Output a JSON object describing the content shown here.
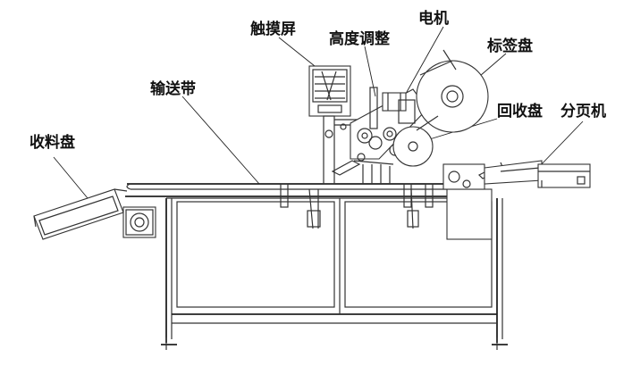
{
  "labels": {
    "touch_screen": "触摸屏",
    "height_adjust": "高度调整",
    "motor": "电机",
    "label_reel": "标签盘",
    "conveyor_belt": "输送带",
    "rewind_reel": "回收盘",
    "paging_machine": "分页机",
    "collection_tray": "收料盘"
  },
  "colors": {
    "line": "#333333",
    "text": "#111111",
    "background": "#ffffff"
  }
}
